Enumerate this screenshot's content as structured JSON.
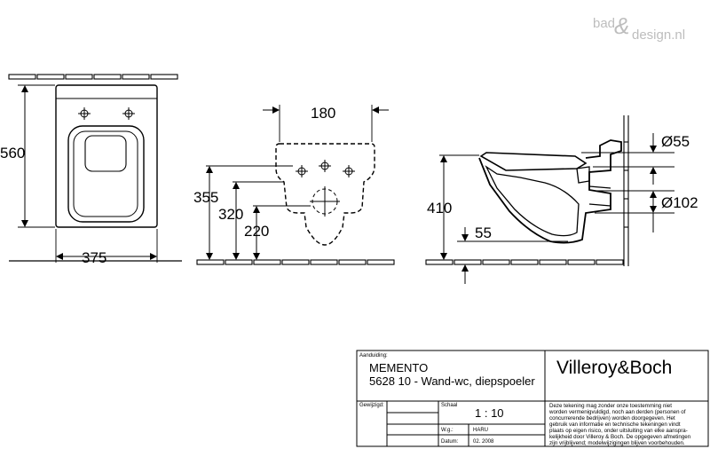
{
  "watermark": {
    "left": "bad",
    "amp": "&",
    "right": "design.nl"
  },
  "dimensions": {
    "height_560": "560",
    "width_375": "375",
    "spacing_180": "180",
    "h_355": "355",
    "h_320": "320",
    "h_220": "220",
    "h_410": "410",
    "h_55": "55",
    "d_55": "Ø55",
    "d_102": "Ø102"
  },
  "title_block": {
    "aanduiding_label": "Aanduiding:",
    "product_name": "MEMENTO",
    "product_desc": "5628 10 - Wand-wc, diepspoeler",
    "brand": "Villeroy&Boch",
    "gewijzigd_label": "Gewijzigd:",
    "schaal_label": "Schaal",
    "schaal_value": "1 : 10",
    "wg_label": "W.g.:",
    "wg_value": "HARU",
    "datum_label": "Datum:",
    "datum_value": "02. 2008",
    "disclaimer": [
      "Deze tekening mag zonder onze toestemming niet",
      "worden vermenigvuldigd, noch aan derden  (personen of",
      "concurrerende bedrijven) worden doorgegeven. Het",
      "gebruik van informatie en technische tekeningen  vindt",
      "plaats op eigen risico, onder uitsluiting van elke aanspra-",
      "kelijkheid door Villeroy & Boch. De opgegeven afmetingen",
      "zijn vrijblijvend; modelwijzigingen blijven voorbehouden."
    ]
  },
  "colors": {
    "line": "#000000",
    "watermark": "#bdbdbd",
    "background": "#ffffff"
  }
}
